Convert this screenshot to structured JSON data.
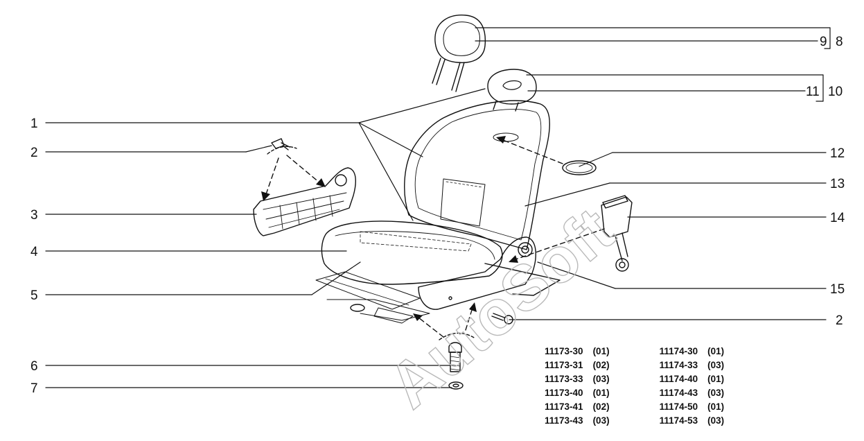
{
  "callouts": {
    "c1": "1",
    "c2a": "2",
    "c3": "3",
    "c4": "4",
    "c5": "5",
    "c6": "6",
    "c7": "7",
    "c9": "9",
    "c8": "8",
    "c11": "11",
    "c10": "10",
    "c12": "12",
    "c13": "13",
    "c14": "14",
    "c15": "15",
    "c2b": "2"
  },
  "watermark": "AutoSoft",
  "model_codes": {
    "left": [
      {
        "code": "11173-30",
        "variant": "(01)"
      },
      {
        "code": "11173-31",
        "variant": "(02)"
      },
      {
        "code": "11173-33",
        "variant": "(03)"
      },
      {
        "code": "11173-40",
        "variant": "(01)"
      },
      {
        "code": "11173-41",
        "variant": "(02)"
      },
      {
        "code": "11173-43",
        "variant": "(03)"
      }
    ],
    "right": [
      {
        "code": "11174-30",
        "variant": "(01)"
      },
      {
        "code": "11174-33",
        "variant": "(03)"
      },
      {
        "code": "11174-40",
        "variant": "(01)"
      },
      {
        "code": "11174-43",
        "variant": "(03)"
      },
      {
        "code": "11174-50",
        "variant": "(01)"
      },
      {
        "code": "11174-53",
        "variant": "(03)"
      }
    ]
  }
}
